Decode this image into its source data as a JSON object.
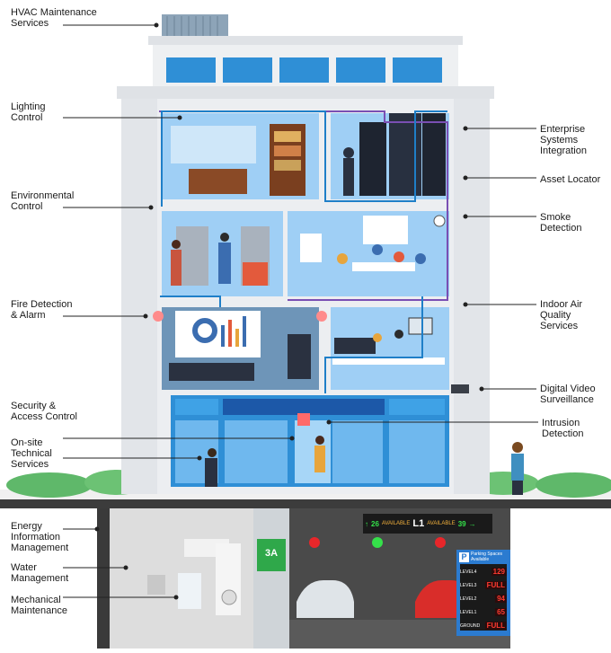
{
  "labels_left": [
    {
      "id": "hvac",
      "text": "HVAC Maintenance\nServices"
    },
    {
      "id": "lighting",
      "text": "Lighting\nControl"
    },
    {
      "id": "environmental",
      "text": "Environmental\nControl"
    },
    {
      "id": "fire",
      "text": "Fire Detection\n& Alarm"
    },
    {
      "id": "security",
      "text": "Security &\nAccess Control"
    },
    {
      "id": "onsite",
      "text": "On-site\nTechnical\nServices"
    },
    {
      "id": "energy",
      "text": "Energy\nInformation\nManagement"
    },
    {
      "id": "water",
      "text": "Water\nManagement"
    },
    {
      "id": "mechanical",
      "text": "Mechanical\nMaintenance"
    }
  ],
  "labels_right": [
    {
      "id": "enterprise",
      "text": "Enterprise\nSystems\nIntegration"
    },
    {
      "id": "asset",
      "text": "Asset Locator"
    },
    {
      "id": "smoke",
      "text": "Smoke\nDetection"
    },
    {
      "id": "indoor",
      "text": "Indoor Air\nQuality\nServices"
    },
    {
      "id": "video",
      "text": "Digital Video\nSurveillance"
    },
    {
      "id": "intrusion",
      "text": "Intrusion\nDetection"
    }
  ],
  "parking": {
    "zone_label": "3A",
    "level_sign": {
      "left_count": "26",
      "available_left": "AVAILABLE",
      "level": "L1",
      "available_right": "AVAILABLE",
      "right_count": "39"
    },
    "board_title": "Parking Spaces\nAvailable",
    "board_rows": [
      {
        "level": "LEVEL4",
        "value": "129"
      },
      {
        "level": "LEVEL3",
        "value": "FULL"
      },
      {
        "level": "LEVEL2",
        "value": "94"
      },
      {
        "level": "LEVEL1",
        "value": "65"
      },
      {
        "level": "GROUND",
        "value": "FULL"
      }
    ],
    "board_icon": "P"
  },
  "colors": {
    "wall": "#e9ebee",
    "window": "#2f8fd6",
    "room": "#9fcff5",
    "sign_green": "#35e04a",
    "sign_red": "#e8262a",
    "network_blue": "#1f7fc8",
    "network_purple": "#7a4fb3"
  }
}
